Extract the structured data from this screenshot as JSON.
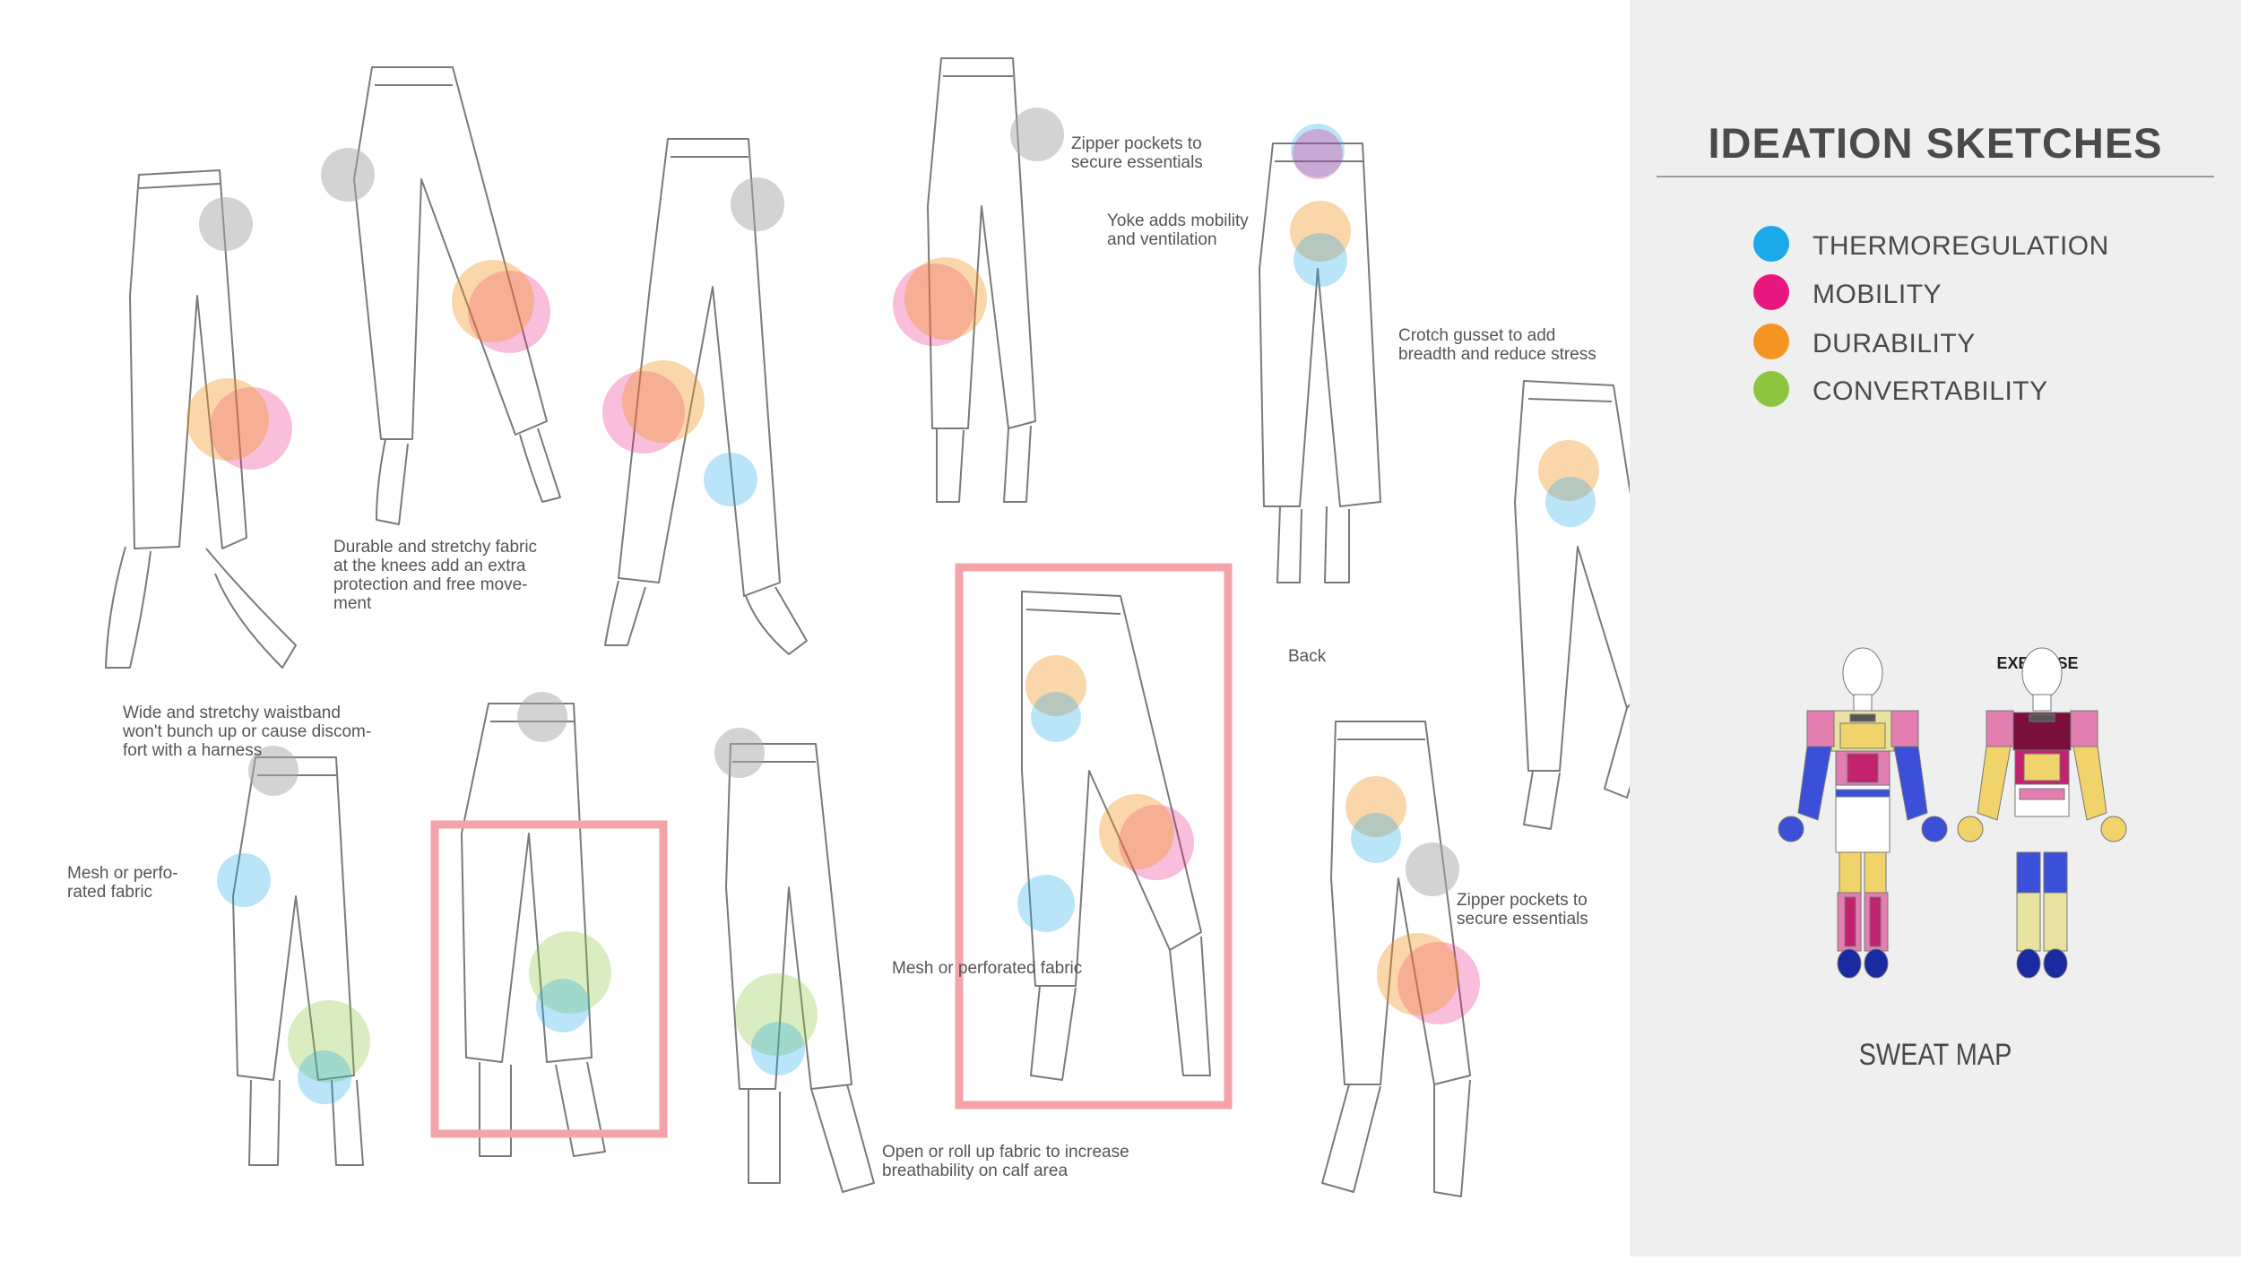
{
  "title": "IDEATION SKETCHES",
  "legend": [
    {
      "label": "THERMOREGULATION",
      "color": "#1ba9e8"
    },
    {
      "label": "MOBILITY",
      "color": "#e8167f"
    },
    {
      "label": "DURABILITY",
      "color": "#f39423"
    },
    {
      "label": "CONVERTABILITY",
      "color": "#8cc63f"
    }
  ],
  "annotations": {
    "zipper_top": "Zipper pockets to\nsecure essentials",
    "yoke": "Yoke adds mobility\nand ventilation",
    "crotch": "Crotch gusset to add\nbreadth and reduce stress",
    "knees": "Durable and stretchy fabric\nat the knees add an extra\nprotection and free move-\nment",
    "back": "Back",
    "waistband": "Wide and stretchy waistband\nwon't bunch up or cause discom-\nfort with a harness",
    "mesh_left": "Mesh or perfo-\nrated fabric",
    "mesh_mid": "Mesh or perforated fabric",
    "open_roll": "Open or roll up fabric to increase\nbreathability on calf area",
    "zipper_bottom": "Zipper pockets to\nsecure essentials"
  },
  "sweat_map": {
    "title": "SWEAT MAP",
    "subtitle": "EXERCISE",
    "colors": {
      "skin": "#ffffff",
      "outline": "#777777",
      "hot": "#7a0f3c",
      "high": "#c2226e",
      "warm": "#e27fb0",
      "mid": "#f0d36a",
      "cool": "#3b4fd9",
      "cold": "#1a2aa0",
      "pale": "#e8e2a0"
    }
  }
}
